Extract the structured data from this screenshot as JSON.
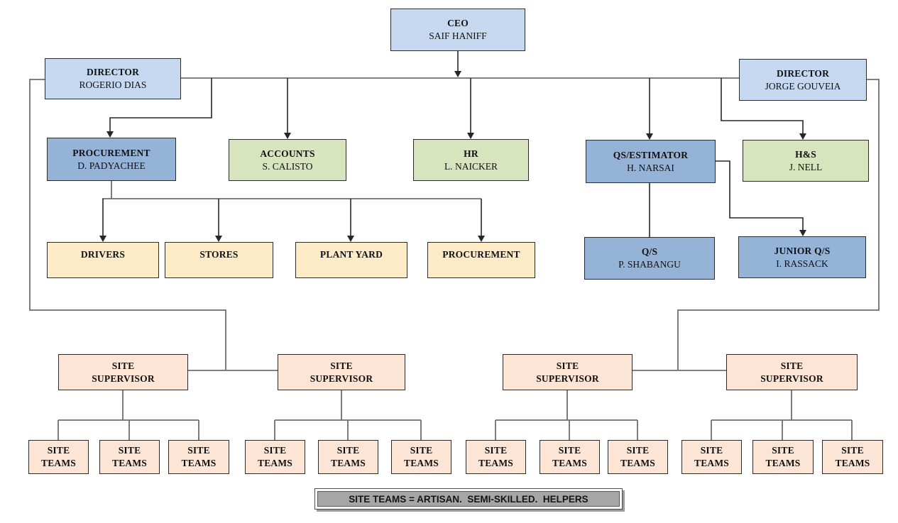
{
  "colors": {
    "box-blue-light": "#C6D9F1",
    "box-blue-mid": "#95B3D7",
    "box-green": "#D7E4BD",
    "box-cream": "#FDEBC8",
    "box-peach": "#FCE5D5",
    "legend-gray": "#A6A6A6",
    "line-dark": "#262626",
    "line-gray": "#6E6E6E"
  },
  "nodes": {
    "ceo": {
      "title": "CEO",
      "name": "SAIF HANIFF"
    },
    "director_left": {
      "title": "DIRECTOR",
      "name": "ROGERIO DIAS"
    },
    "director_right": {
      "title": "DIRECTOR",
      "name": "JORGE GOUVEIA"
    },
    "procurement_manager": {
      "title": "PROCUREMENT",
      "name": "D. PADYACHEE"
    },
    "accounts": {
      "title": "ACCOUNTS",
      "name": "S. CALISTO"
    },
    "hr": {
      "title": "HR",
      "name": "L. NAICKER"
    },
    "qs_estimator": {
      "title": "QS/ESTIMATOR",
      "name": "H. NARSAI"
    },
    "health_safety": {
      "title": "H&S",
      "name": "J. NELL"
    },
    "drivers": {
      "title": "DRIVERS"
    },
    "stores": {
      "title": "STORES"
    },
    "plant_yard": {
      "title": "PLANT YARD"
    },
    "procurement_dept": {
      "title": "PROCUREMENT"
    },
    "qs": {
      "title": "Q/S",
      "name": "P. SHABANGU"
    },
    "junior_qs": {
      "title": "JUNIOR Q/S",
      "name": "I. RASSACK"
    }
  },
  "site_supervisors": [
    {
      "title": "SITE\nSUPERVISOR"
    },
    {
      "title": "SITE\nSUPERVISOR"
    },
    {
      "title": "SITE\nSUPERVISOR"
    },
    {
      "title": "SITE\nSUPERVISOR"
    }
  ],
  "site_teams": [
    {
      "title": "SITE\nTEAMS"
    },
    {
      "title": "SITE\nTEAMS"
    },
    {
      "title": "SITE\nTEAMS"
    },
    {
      "title": "SITE\nTEAMS"
    },
    {
      "title": "SITE\nTEAMS"
    },
    {
      "title": "SITE\nTEAMS"
    },
    {
      "title": "SITE\nTEAMS"
    },
    {
      "title": "SITE\nTEAMS"
    },
    {
      "title": "SITE\nTEAMS"
    },
    {
      "title": "SITE\nTEAMS"
    },
    {
      "title": "SITE\nTEAMS"
    },
    {
      "title": "SITE\nTEAMS"
    }
  ],
  "legend": {
    "text": "SITE TEAMS = ARTISAN.  SEMI-SKILLED.  HELPERS"
  }
}
